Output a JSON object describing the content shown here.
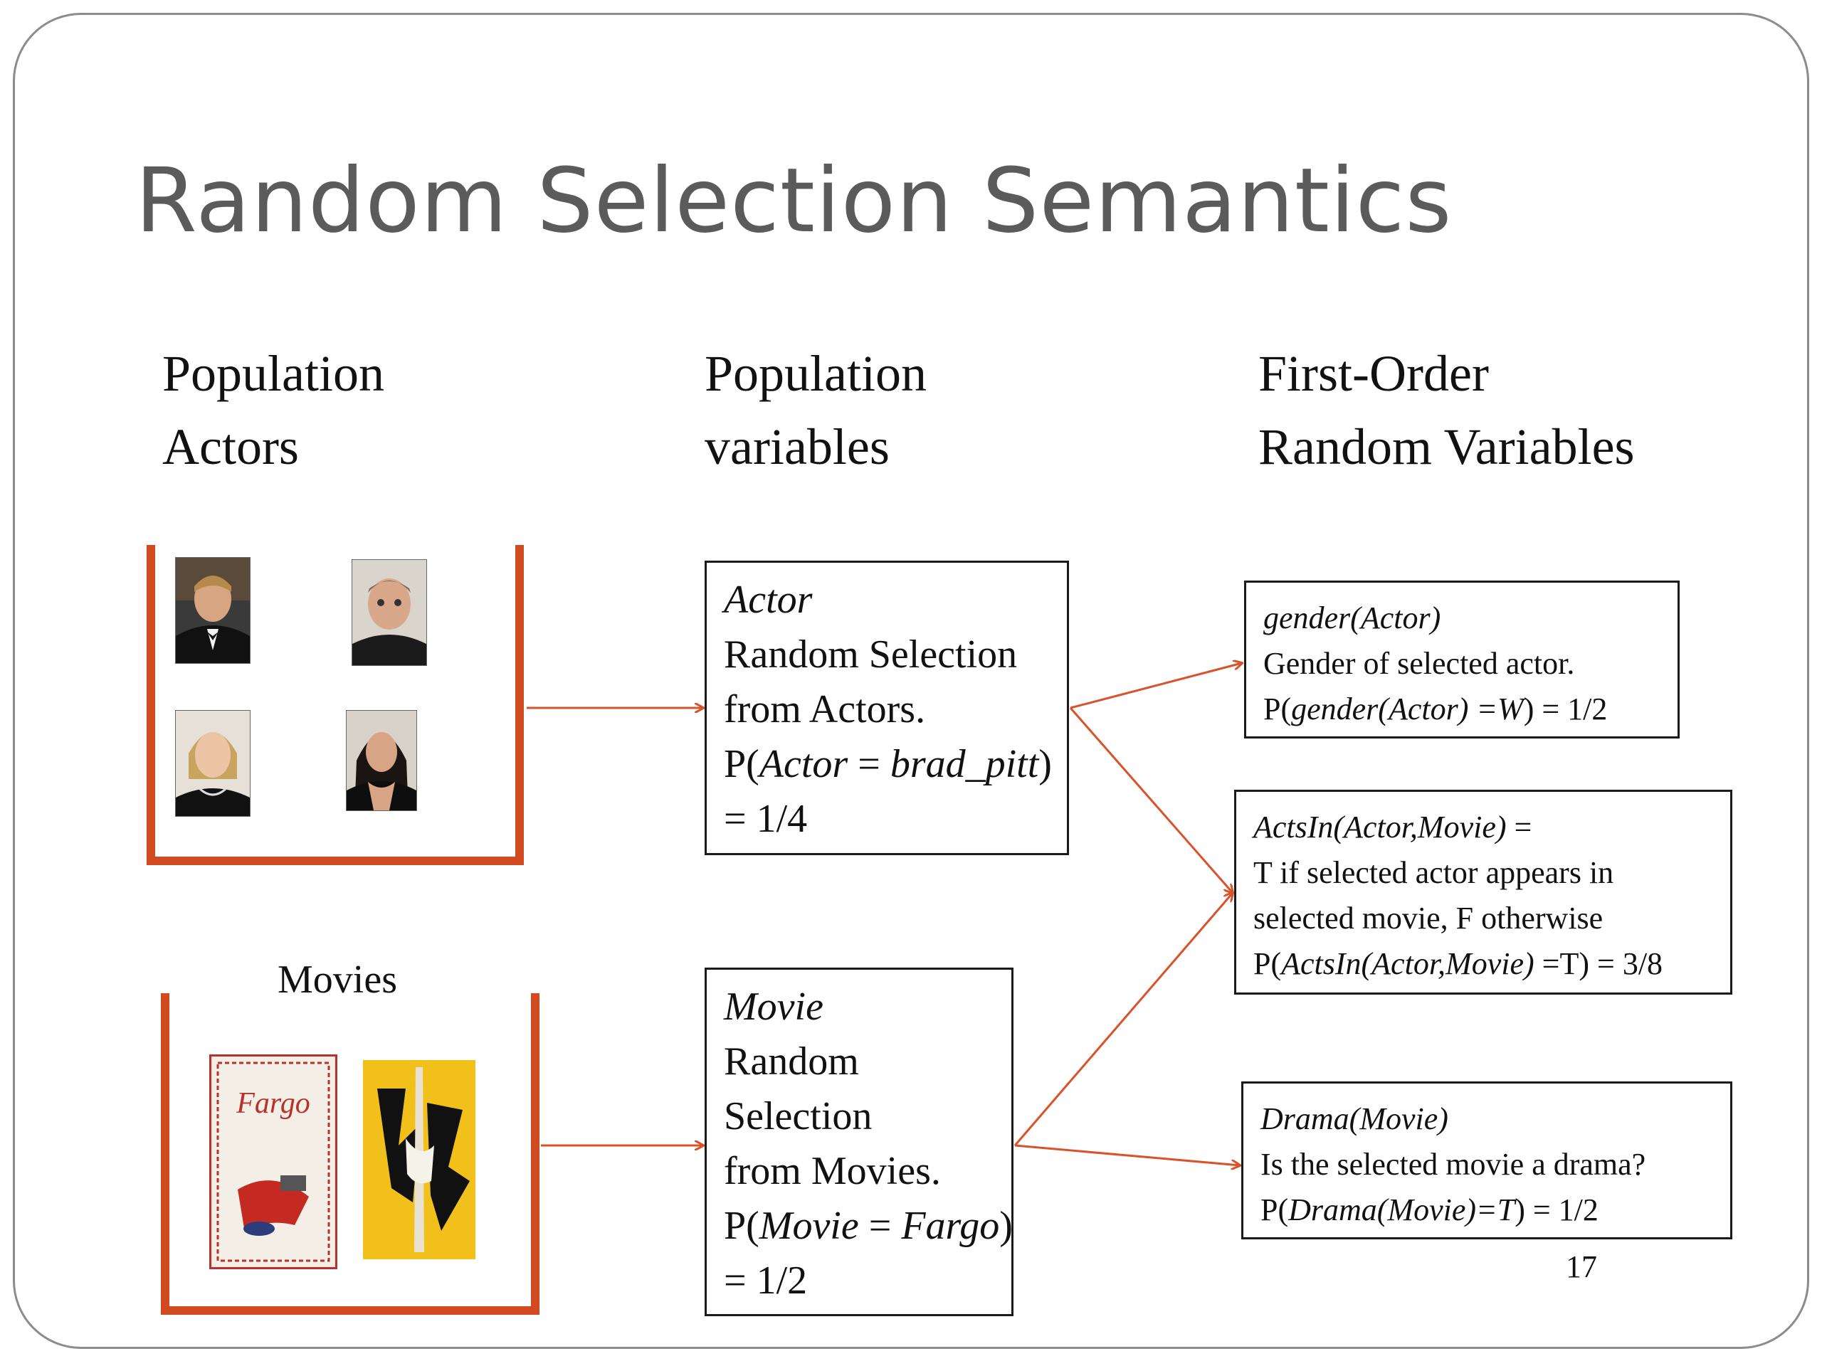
{
  "title": "Random Selection Semantics",
  "columns": {
    "population": [
      "Population",
      "Actors"
    ],
    "population_variables": [
      "Population",
      "variables"
    ],
    "first_order": [
      "First-Order",
      "Random Variables"
    ]
  },
  "movies_label": "Movies",
  "actor_box": {
    "var": "Actor",
    "line1": "Random Selection",
    "line2": "from Actors.",
    "prob_prefix": "P(",
    "prob_var": "Actor",
    "prob_eq": " = ",
    "prob_val": "brad_pitt",
    "prob_close": ")",
    "prob_result": "= 1/4"
  },
  "movie_box": {
    "var": "Movie",
    "line1": "Random",
    "line2": "Selection",
    "line3": "from Movies.",
    "prob_prefix": "P(",
    "prob_var": "Movie",
    "prob_eq": " = ",
    "prob_val": "Fargo",
    "prob_close": ")",
    "prob_result": "= 1/2"
  },
  "gender_box": {
    "name": "gender(Actor)",
    "desc": "Gender of selected actor.",
    "prob_prefix": "P(",
    "prob_expr": "gender(Actor) =W",
    "prob_suffix": ") = 1/2"
  },
  "actsin_box": {
    "name": "ActsIn(Actor,Movie)",
    "name_suffix": " =",
    "desc1": "T if selected actor appears in",
    "desc2": "selected movie, F otherwise",
    "prob_prefix": "P(",
    "prob_expr": "ActsIn(Actor,Movie)",
    "prob_suffix": " =T) = 3/8"
  },
  "drama_box": {
    "name": "Drama(Movie)",
    "desc": "Is the selected movie a drama?",
    "prob_prefix": "P(",
    "prob_expr": "Drama(Movie)=T",
    "prob_suffix": ") = 1/2"
  },
  "poster_fargo_text": "Fargo",
  "page_number": "17",
  "colors": {
    "title": "#5b5b5b",
    "bin": "#d24a1f",
    "arrow": "#d9532a",
    "box_border": "#1a1a1a",
    "slide_border": "#8c8c8c"
  }
}
